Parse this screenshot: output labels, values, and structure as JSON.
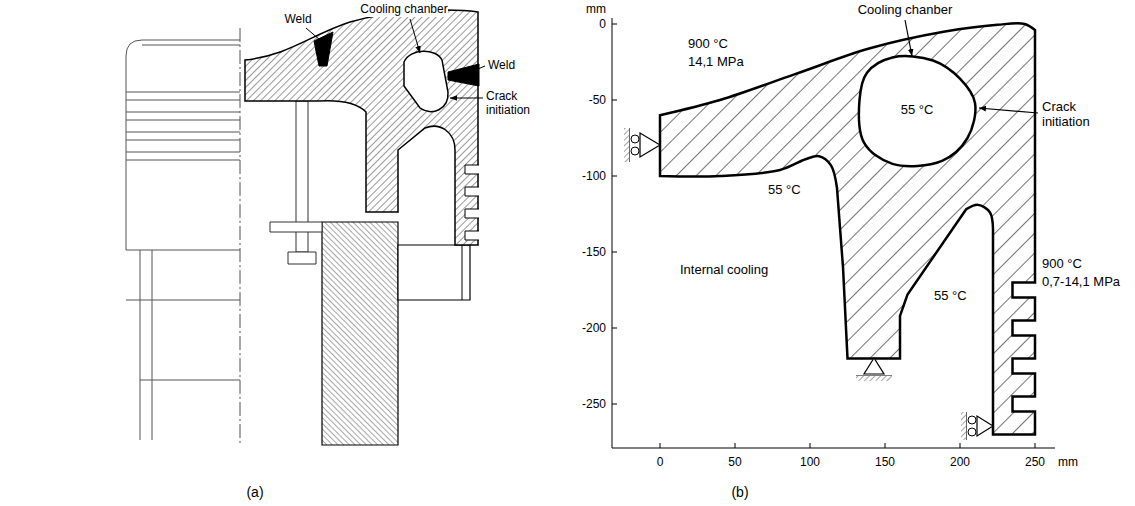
{
  "diagram": {
    "labels": [
      "Weld",
      "Cooling chanber",
      "Weld",
      "Crack initiation",
      "mm",
      "0",
      "-50",
      "-100",
      "-150",
      "-200",
      "-250",
      "900 °C",
      "14,1 MPa",
      "Cooling chanber",
      "55 °C",
      "Crack initiation",
      "55 °C",
      "Internal cooling",
      "900 °C",
      "0,7-14,1 MPa",
      "55 °C",
      "0",
      "50",
      "100",
      "150",
      "200",
      "250",
      "mm",
      "(a)",
      "(b)"
    ]
  }
}
